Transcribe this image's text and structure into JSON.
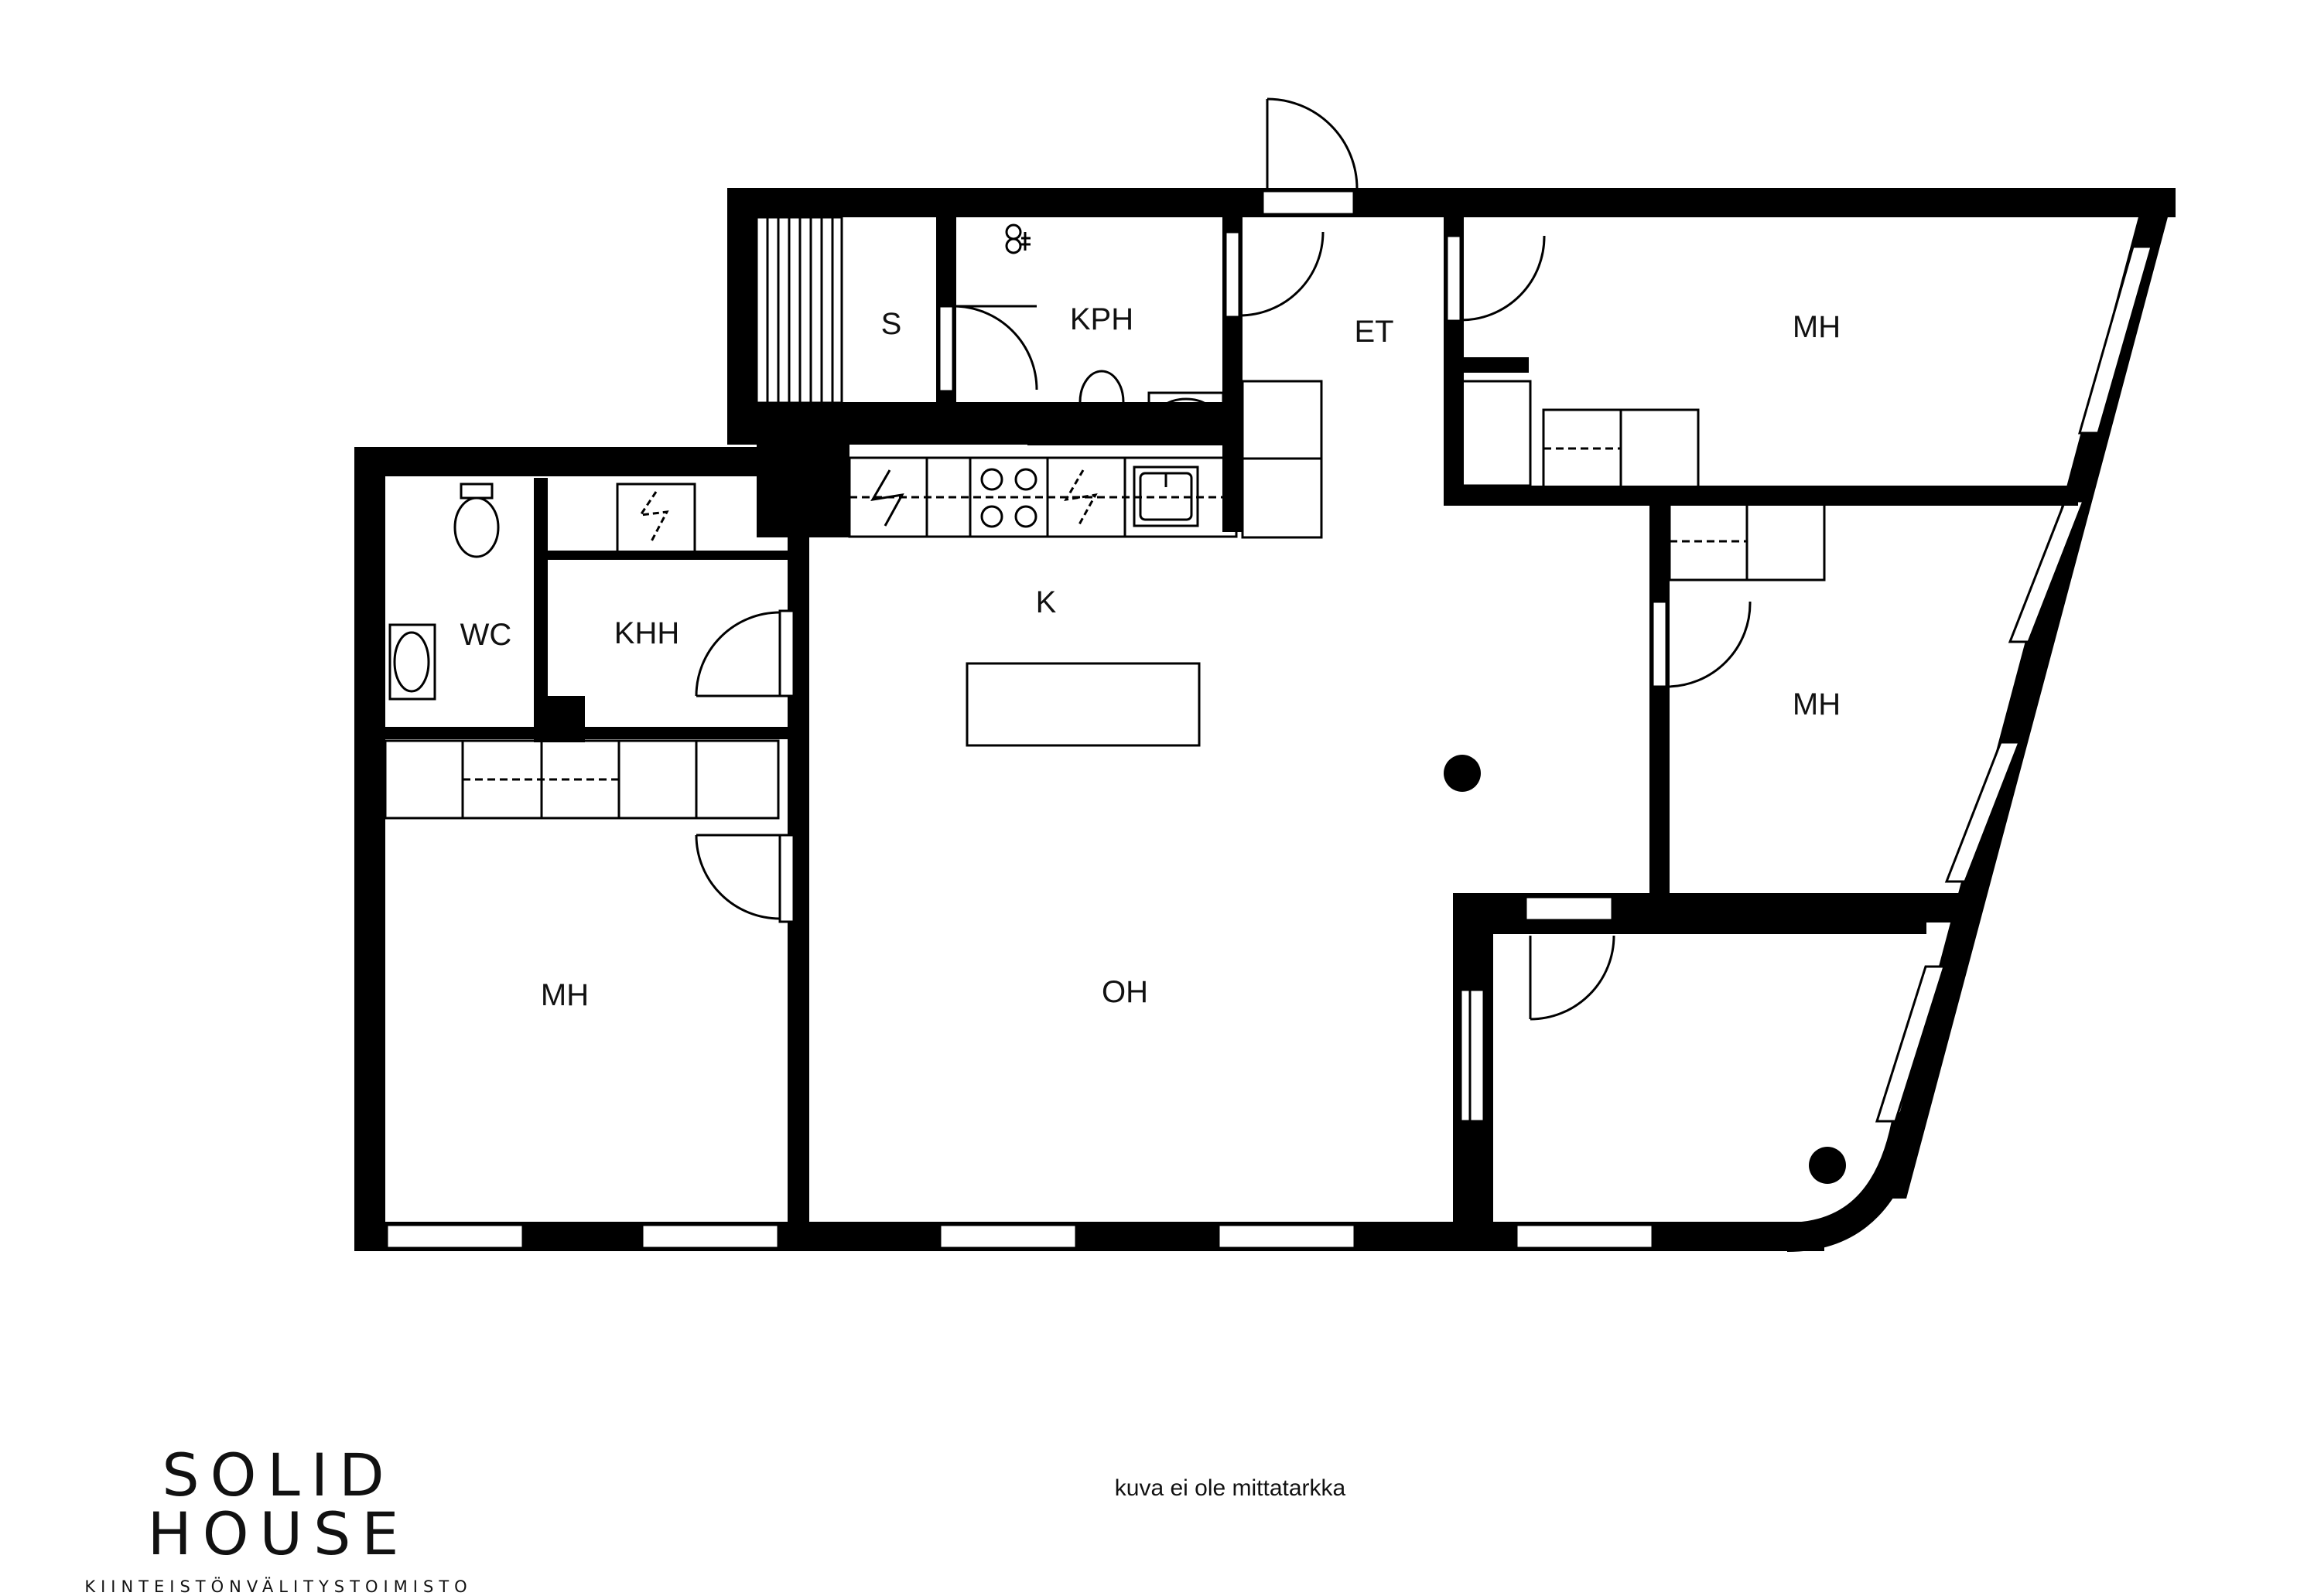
{
  "rooms": {
    "s": "S",
    "kph": "KPH",
    "et": "ET",
    "mh_top_right": "MH",
    "mh_middle_right": "MH",
    "wc": "WC",
    "khh": "KHH",
    "k": "K",
    "oh": "OH",
    "mh_left": "MH"
  },
  "brand": {
    "name": "SOLID HOUSE",
    "subtitle": "KIINTEISTÖNVÄLITYSTOIMISTO"
  },
  "disclaimer": "kuva ei ole mittatarkka"
}
